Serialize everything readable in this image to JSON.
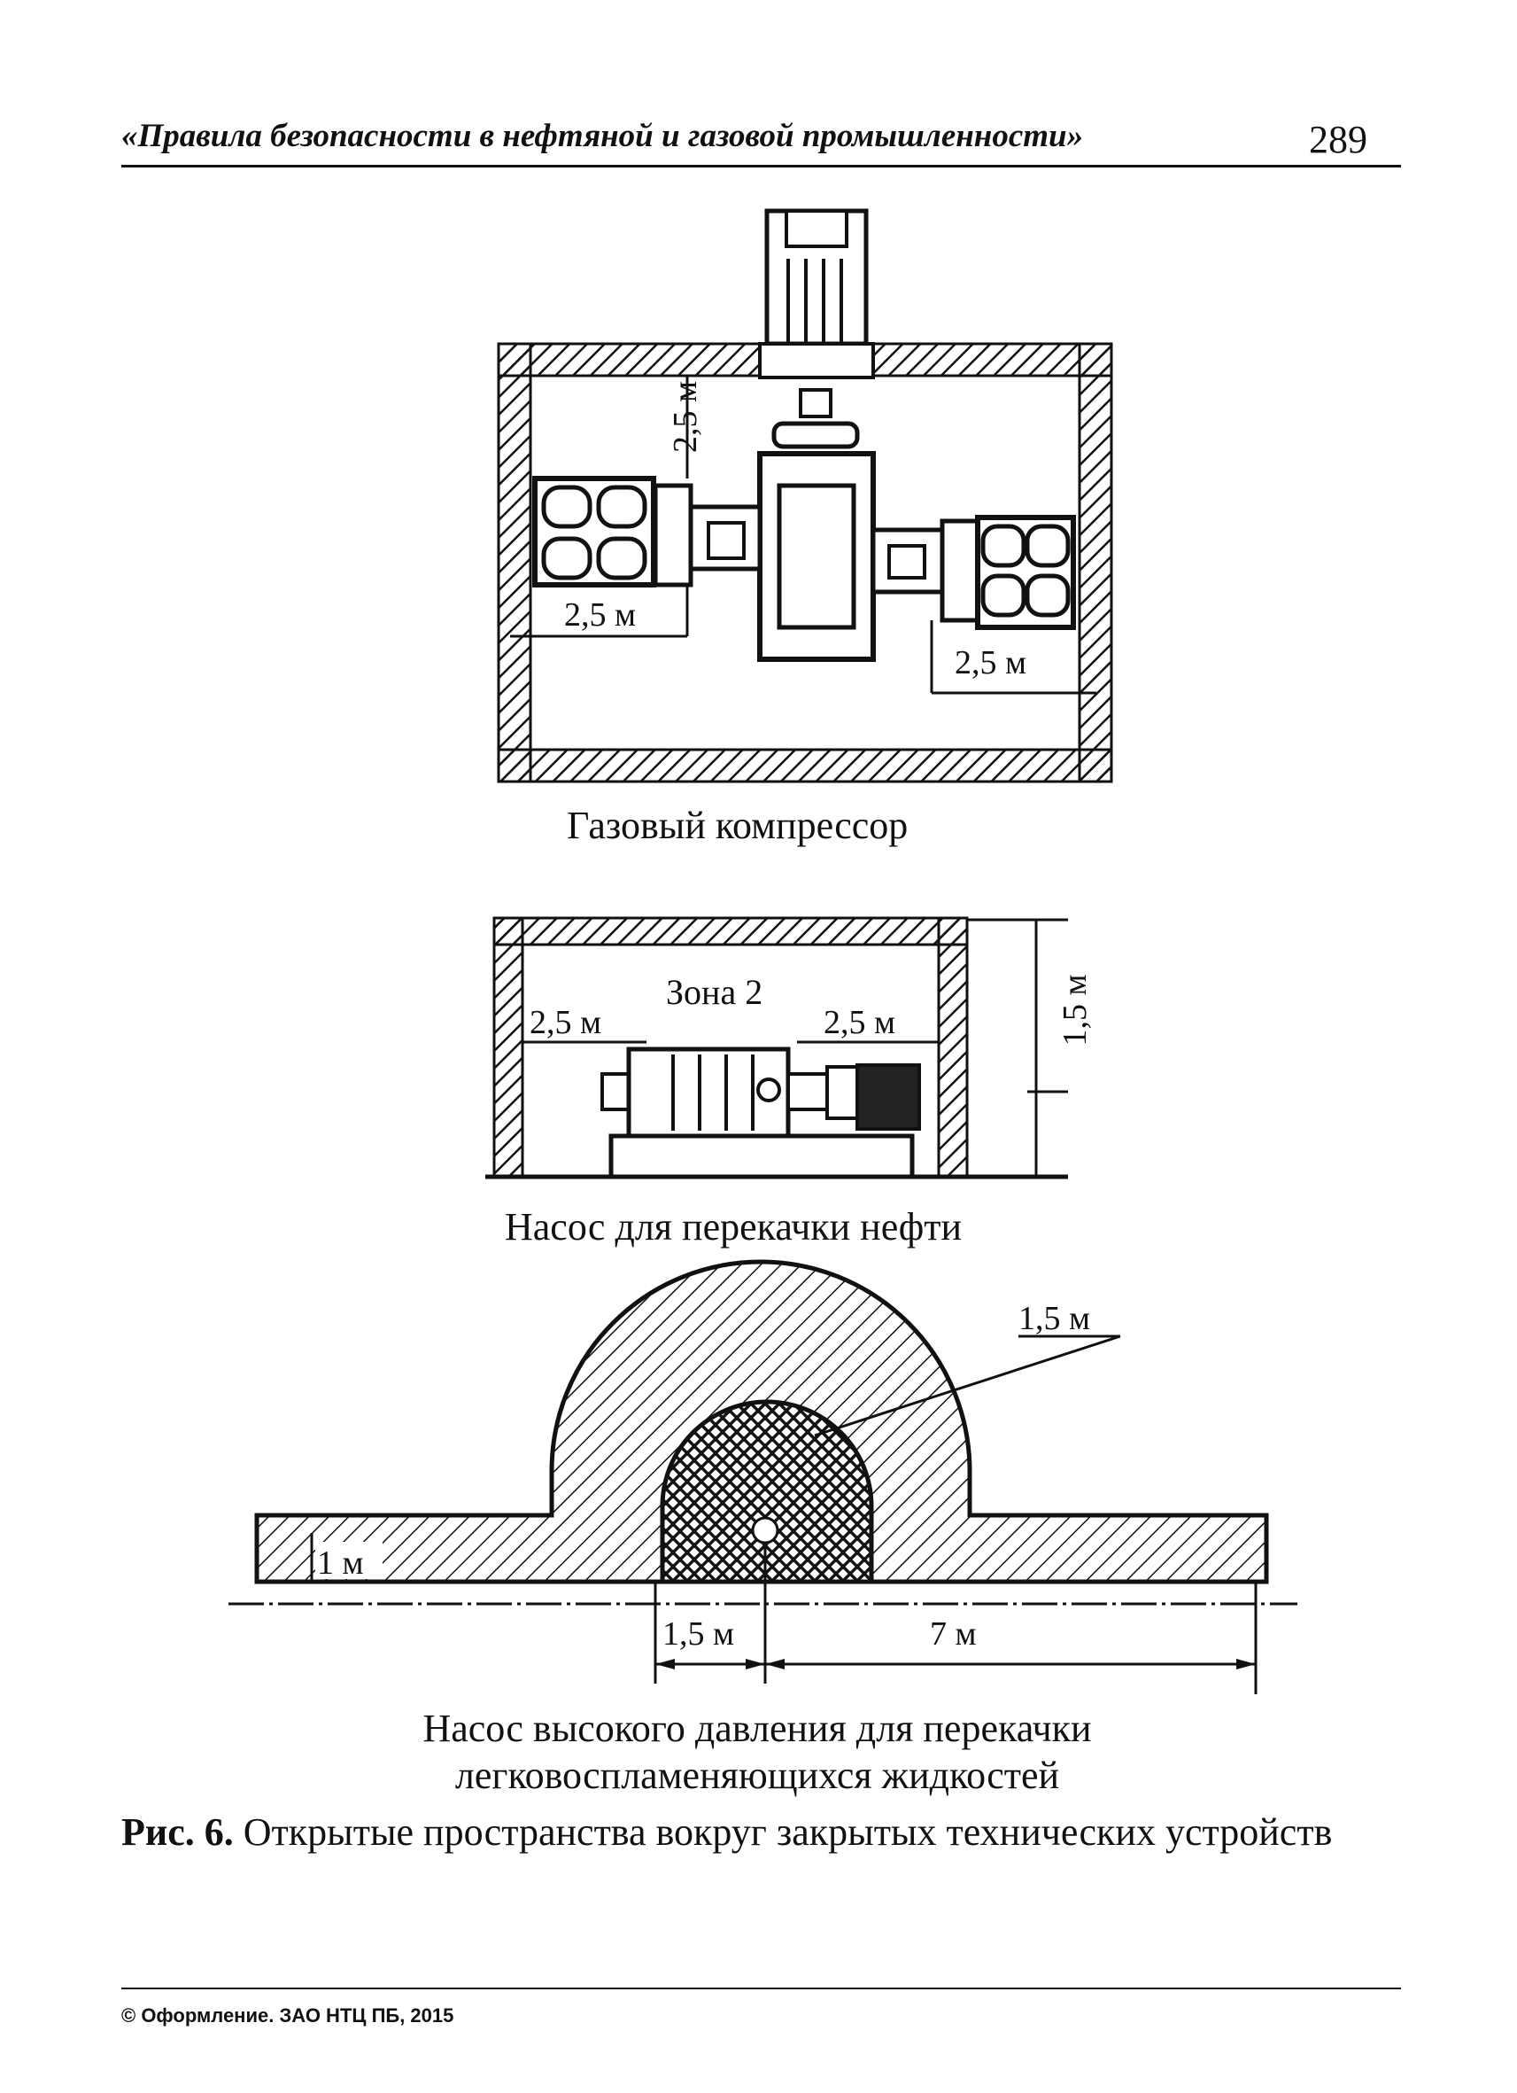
{
  "header": {
    "title": "«Правила безопасности в нефтяной и газовой промышленности»",
    "page_number": "289"
  },
  "figure1": {
    "caption": "Газовый компрессор",
    "dim_top": "2,5 м",
    "dim_left": "2,5 м",
    "dim_right": "2,5 м"
  },
  "figure2": {
    "caption": "Насос для перекачки нефти",
    "zone_label": "Зона 2",
    "dim_left": "2,5 м",
    "dim_right": "2,5 м",
    "dim_height": "1,5 м"
  },
  "figure3": {
    "caption_line1": "Насос высокого давления для перекачки",
    "caption_line2": "легковоспламеняющихся жидкостей",
    "dim_arc": "1,5 м",
    "dim_ground": "1 м",
    "dim_inner": "1,5 м",
    "dim_outer": "7 м"
  },
  "figure_caption": {
    "label": "Рис. 6.",
    "text": " Открытые пространства вокруг закрытых технических устройств"
  },
  "footer": {
    "text": "© Оформление. ЗАО НТЦ ПБ, 2015"
  }
}
